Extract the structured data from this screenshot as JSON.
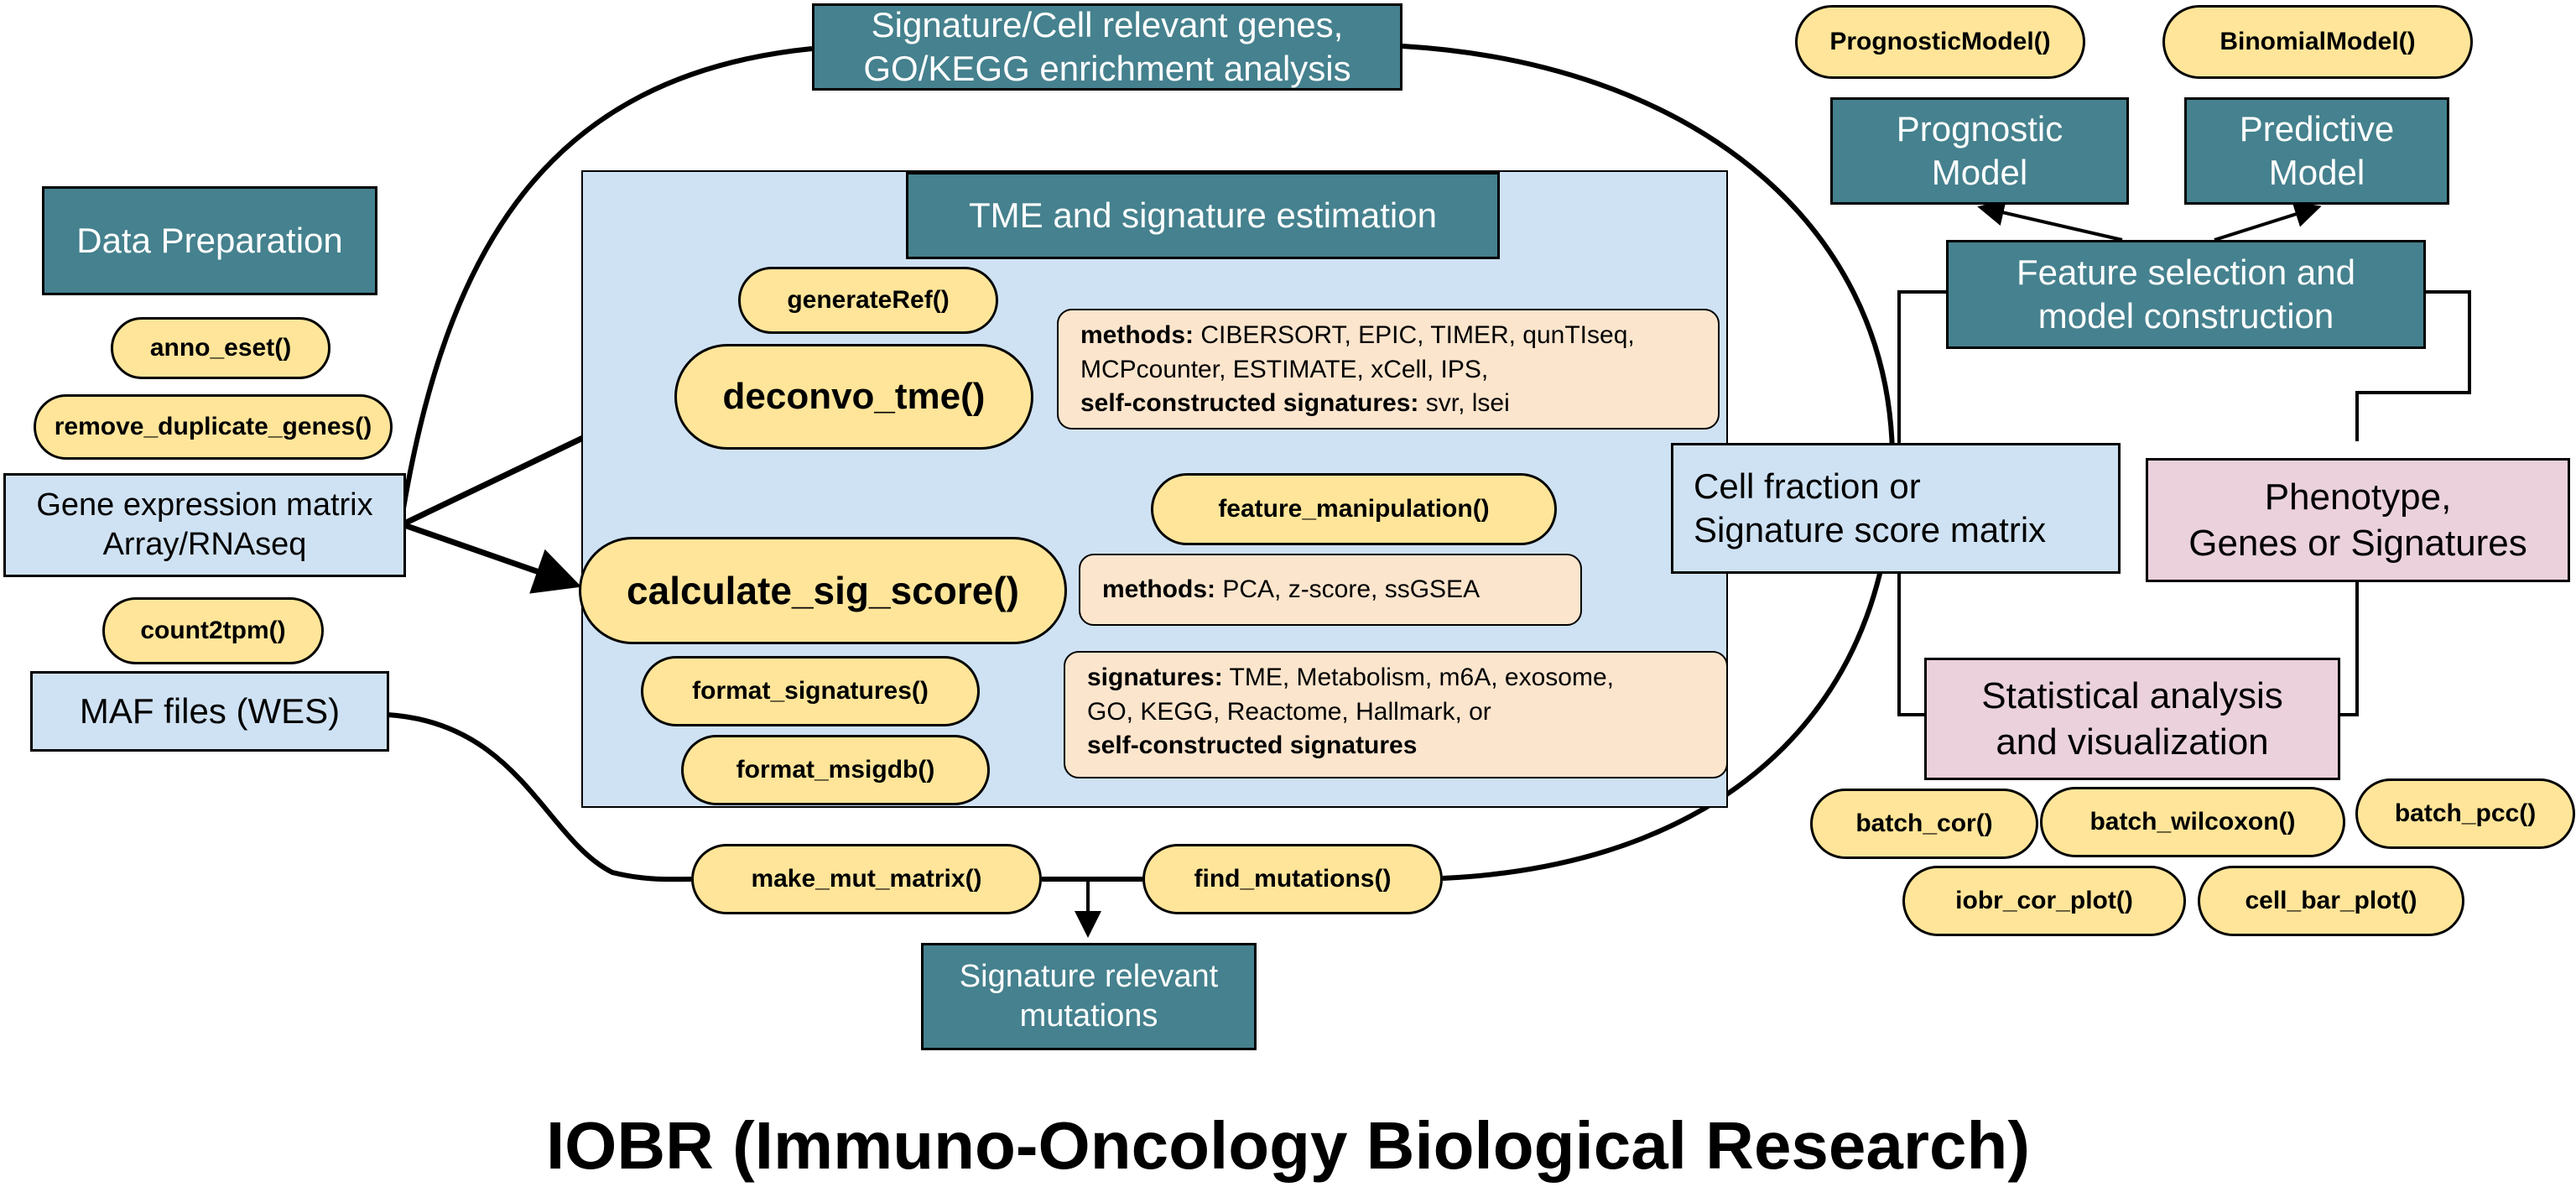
{
  "title": "IOBR (Immuno-Oncology Biological Research)",
  "teal_boxes": {
    "signature_cell_genes": "Signature/Cell relevant genes,\nGO/KEGG enrichment analysis",
    "data_preparation": "Data Preparation",
    "tme_estimation": "TME and signature estimation",
    "prognostic_model": "Prognostic\nModel",
    "predictive_model": "Predictive\nModel",
    "feature_selection": "Feature selection and\nmodel construction",
    "signature_mutations": "Signature relevant\nmutations"
  },
  "blue_boxes": {
    "gene_expression": "Gene expression matrix\nArray/RNAseq",
    "maf_files": "MAF files (WES)",
    "cell_fraction": "Cell fraction or\nSignature score matrix"
  },
  "pink_boxes": {
    "phenotype": "Phenotype,\nGenes or Signatures",
    "statistical": "Statistical analysis\nand visualization"
  },
  "functions": {
    "prognostic_fn": "PrognosticModel()",
    "binomial_fn": "BinomialModel()",
    "anno_eset": "anno_eset()",
    "remove_duplicate": "remove_duplicate_genes()",
    "count2tpm": "count2tpm()",
    "generate_ref": "generateRef()",
    "deconvo": "deconvo_tme()",
    "calc_sig": "calculate_sig_score()",
    "feature_manip": "feature_manipulation()",
    "format_sig": "format_signatures()",
    "format_msig": "format_msigdb()",
    "make_mut": "make_mut_matrix()",
    "find_mut": "find_mutations()",
    "batch_cor": "batch_cor()",
    "batch_wilcoxon": "batch_wilcoxon()",
    "batch_pcc": "batch_pcc()",
    "iobr_cor_plot": "iobr_cor_plot()",
    "cell_bar_plot": "cell_bar_plot()"
  },
  "notes": {
    "deconvo_methods_label": "methods:",
    "deconvo_methods_text": " CIBERSORT, EPIC, TIMER, qunTIseq,\nMCPcounter, ESTIMATE, xCell, IPS,",
    "deconvo_self_label": "self-constructed signatures:",
    "deconvo_self_text": " svr, lsei",
    "score_methods_label": "methods:",
    "score_methods_text": " PCA, z-score, ssGSEA",
    "sig_label": "signatures:",
    "sig_text": " TME, Metabolism, m6A, exosome,\nGO, KEGG, Reactome, Hallmark, or",
    "sig_self_label": "self-constructed signatures"
  },
  "colors": {
    "teal": "#45818e",
    "light_blue": "#cfe2f3",
    "pink": "#ead1dc",
    "yellow": "#ffe599",
    "peach": "#fce5cd"
  }
}
